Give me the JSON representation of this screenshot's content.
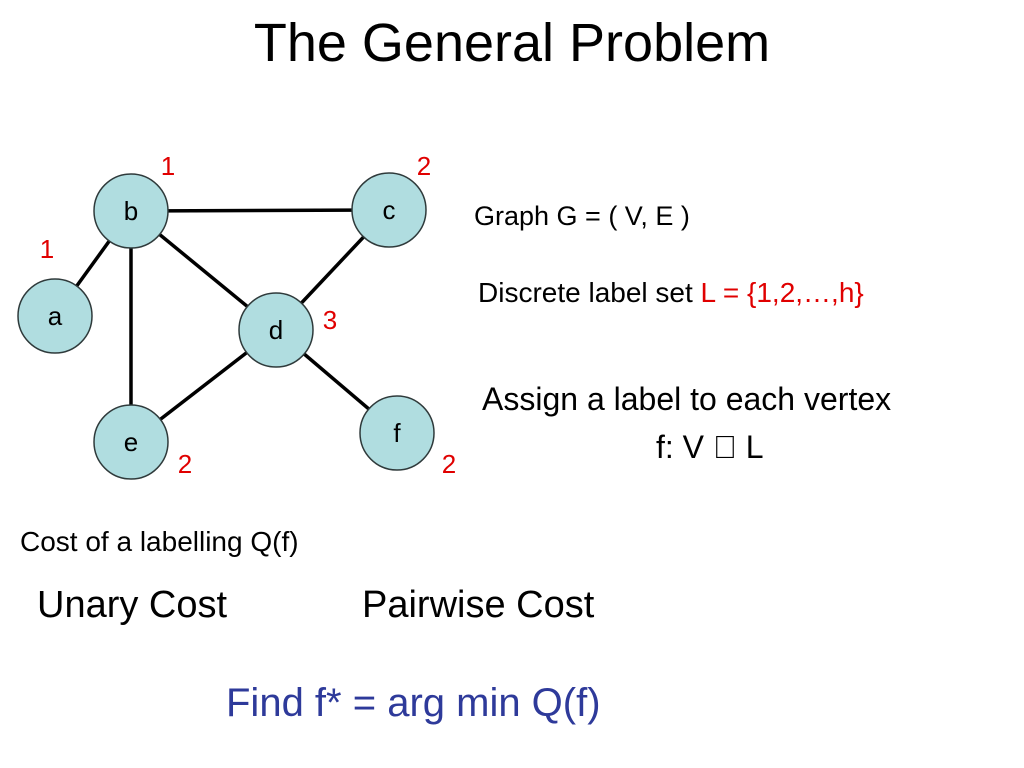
{
  "slide": {
    "title": "The General Problem"
  },
  "graph": {
    "nodes": [
      {
        "id": "a",
        "label": "a",
        "value": "1"
      },
      {
        "id": "b",
        "label": "b",
        "value": "1"
      },
      {
        "id": "c",
        "label": "c",
        "value": "2"
      },
      {
        "id": "d",
        "label": "d",
        "value": "3"
      },
      {
        "id": "e",
        "label": "e",
        "value": "2"
      },
      {
        "id": "f",
        "label": "f",
        "value": "2"
      }
    ],
    "edges": [
      [
        "a",
        "b"
      ],
      [
        "b",
        "c"
      ],
      [
        "b",
        "d"
      ],
      [
        "b",
        "e"
      ],
      [
        "c",
        "d"
      ],
      [
        "d",
        "e"
      ],
      [
        "d",
        "f"
      ]
    ]
  },
  "text": {
    "graph_def": "Graph G = ( V, E )",
    "label_set_prefix": "Discrete label set ",
    "label_set_value": "L = {1,2,…,h}",
    "assign_line1": "Assign a label to each vertex",
    "assign_line2": "f: V  L",
    "cost": "Cost of a labelling Q(f)",
    "unary": "Unary Cost",
    "pairwise": "Pairwise Cost",
    "find": "Find f* = arg min Q(f)"
  },
  "colors": {
    "node_fill": "#b0dde0",
    "label_red": "#e00000",
    "find_blue": "#2e3a9a"
  }
}
